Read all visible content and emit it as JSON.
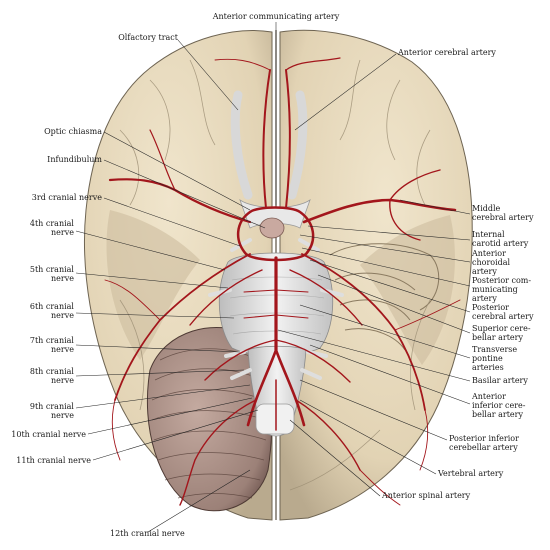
{
  "labels": {
    "anterior_communicating_artery": "Anterior communicating artery",
    "olfactory_tract": "Olfactory tract",
    "anterior_cerebral_artery": "Anterior cerebral artery",
    "optic_chiasma": "Optic chiasma",
    "infundibulum": "Infundibulum",
    "third_cranial_nerve": "3rd cranial nerve",
    "fourth_cranial_nerve_1": "4th cranial",
    "fourth_cranial_nerve_2": "nerve",
    "fifth_cranial_nerve_1": "5th cranial",
    "fifth_cranial_nerve_2": "nerve",
    "sixth_cranial_nerve_1": "6th cranial",
    "sixth_cranial_nerve_2": "nerve",
    "seventh_cranial_nerve_1": "7th cranial",
    "seventh_cranial_nerve_2": "nerve",
    "eighth_cranial_nerve_1": "8th cranial",
    "eighth_cranial_nerve_2": "nerve",
    "ninth_cranial_nerve_1": "9th cranial",
    "ninth_cranial_nerve_2": "nerve",
    "tenth_cranial_nerve": "10th cranial nerve",
    "eleventh_cranial_nerve": "11th cranial nerve",
    "twelfth_cranial_nerve": "12th cranial nerve",
    "middle_cerebral_artery_1": "Middle",
    "middle_cerebral_artery_2": "cerebral artery",
    "internal_carotid_artery_1": "Internal",
    "internal_carotid_artery_2": "carotid artery",
    "anterior_choroidal_artery_1": "Anterior",
    "anterior_choroidal_artery_2": "choroidal",
    "anterior_choroidal_artery_3": "artery",
    "posterior_communicating_artery_1": "Posterior com-",
    "posterior_communicating_artery_2": "municating",
    "posterior_communicating_artery_3": "artery",
    "posterior_cerebral_artery_1": "Posterior",
    "posterior_cerebral_artery_2": "cerebral artery",
    "superior_cerebellar_artery_1": "Superior cere-",
    "superior_cerebellar_artery_2": "bellar artery",
    "transverse_pontine_arteries_1": "Transverse",
    "transverse_pontine_arteries_2": "pontine",
    "transverse_pontine_arteries_3": "arteries",
    "basilar_artery": "Basilar artery",
    "anterior_inferior_cerebellar_artery_1": "Anterior",
    "anterior_inferior_cerebellar_artery_2": "inferior cere-",
    "anterior_inferior_cerebellar_artery_3": "bellar artery",
    "posterior_inferior_cerebellar_artery_1": "Posterior inferior",
    "posterior_inferior_cerebellar_artery_2": "cerebellar artery",
    "vertebral_artery": "Vertebral artery",
    "anterior_spinal_artery": "Anterior spinal artery"
  },
  "colors": {
    "brain_tissue": "#e9dcc0",
    "brain_shadow": "#b8ab90",
    "cerebellum": "#a98f86",
    "artery": "#a3161c",
    "nerve": "#e6e6e6",
    "leader_line": "#222222"
  }
}
